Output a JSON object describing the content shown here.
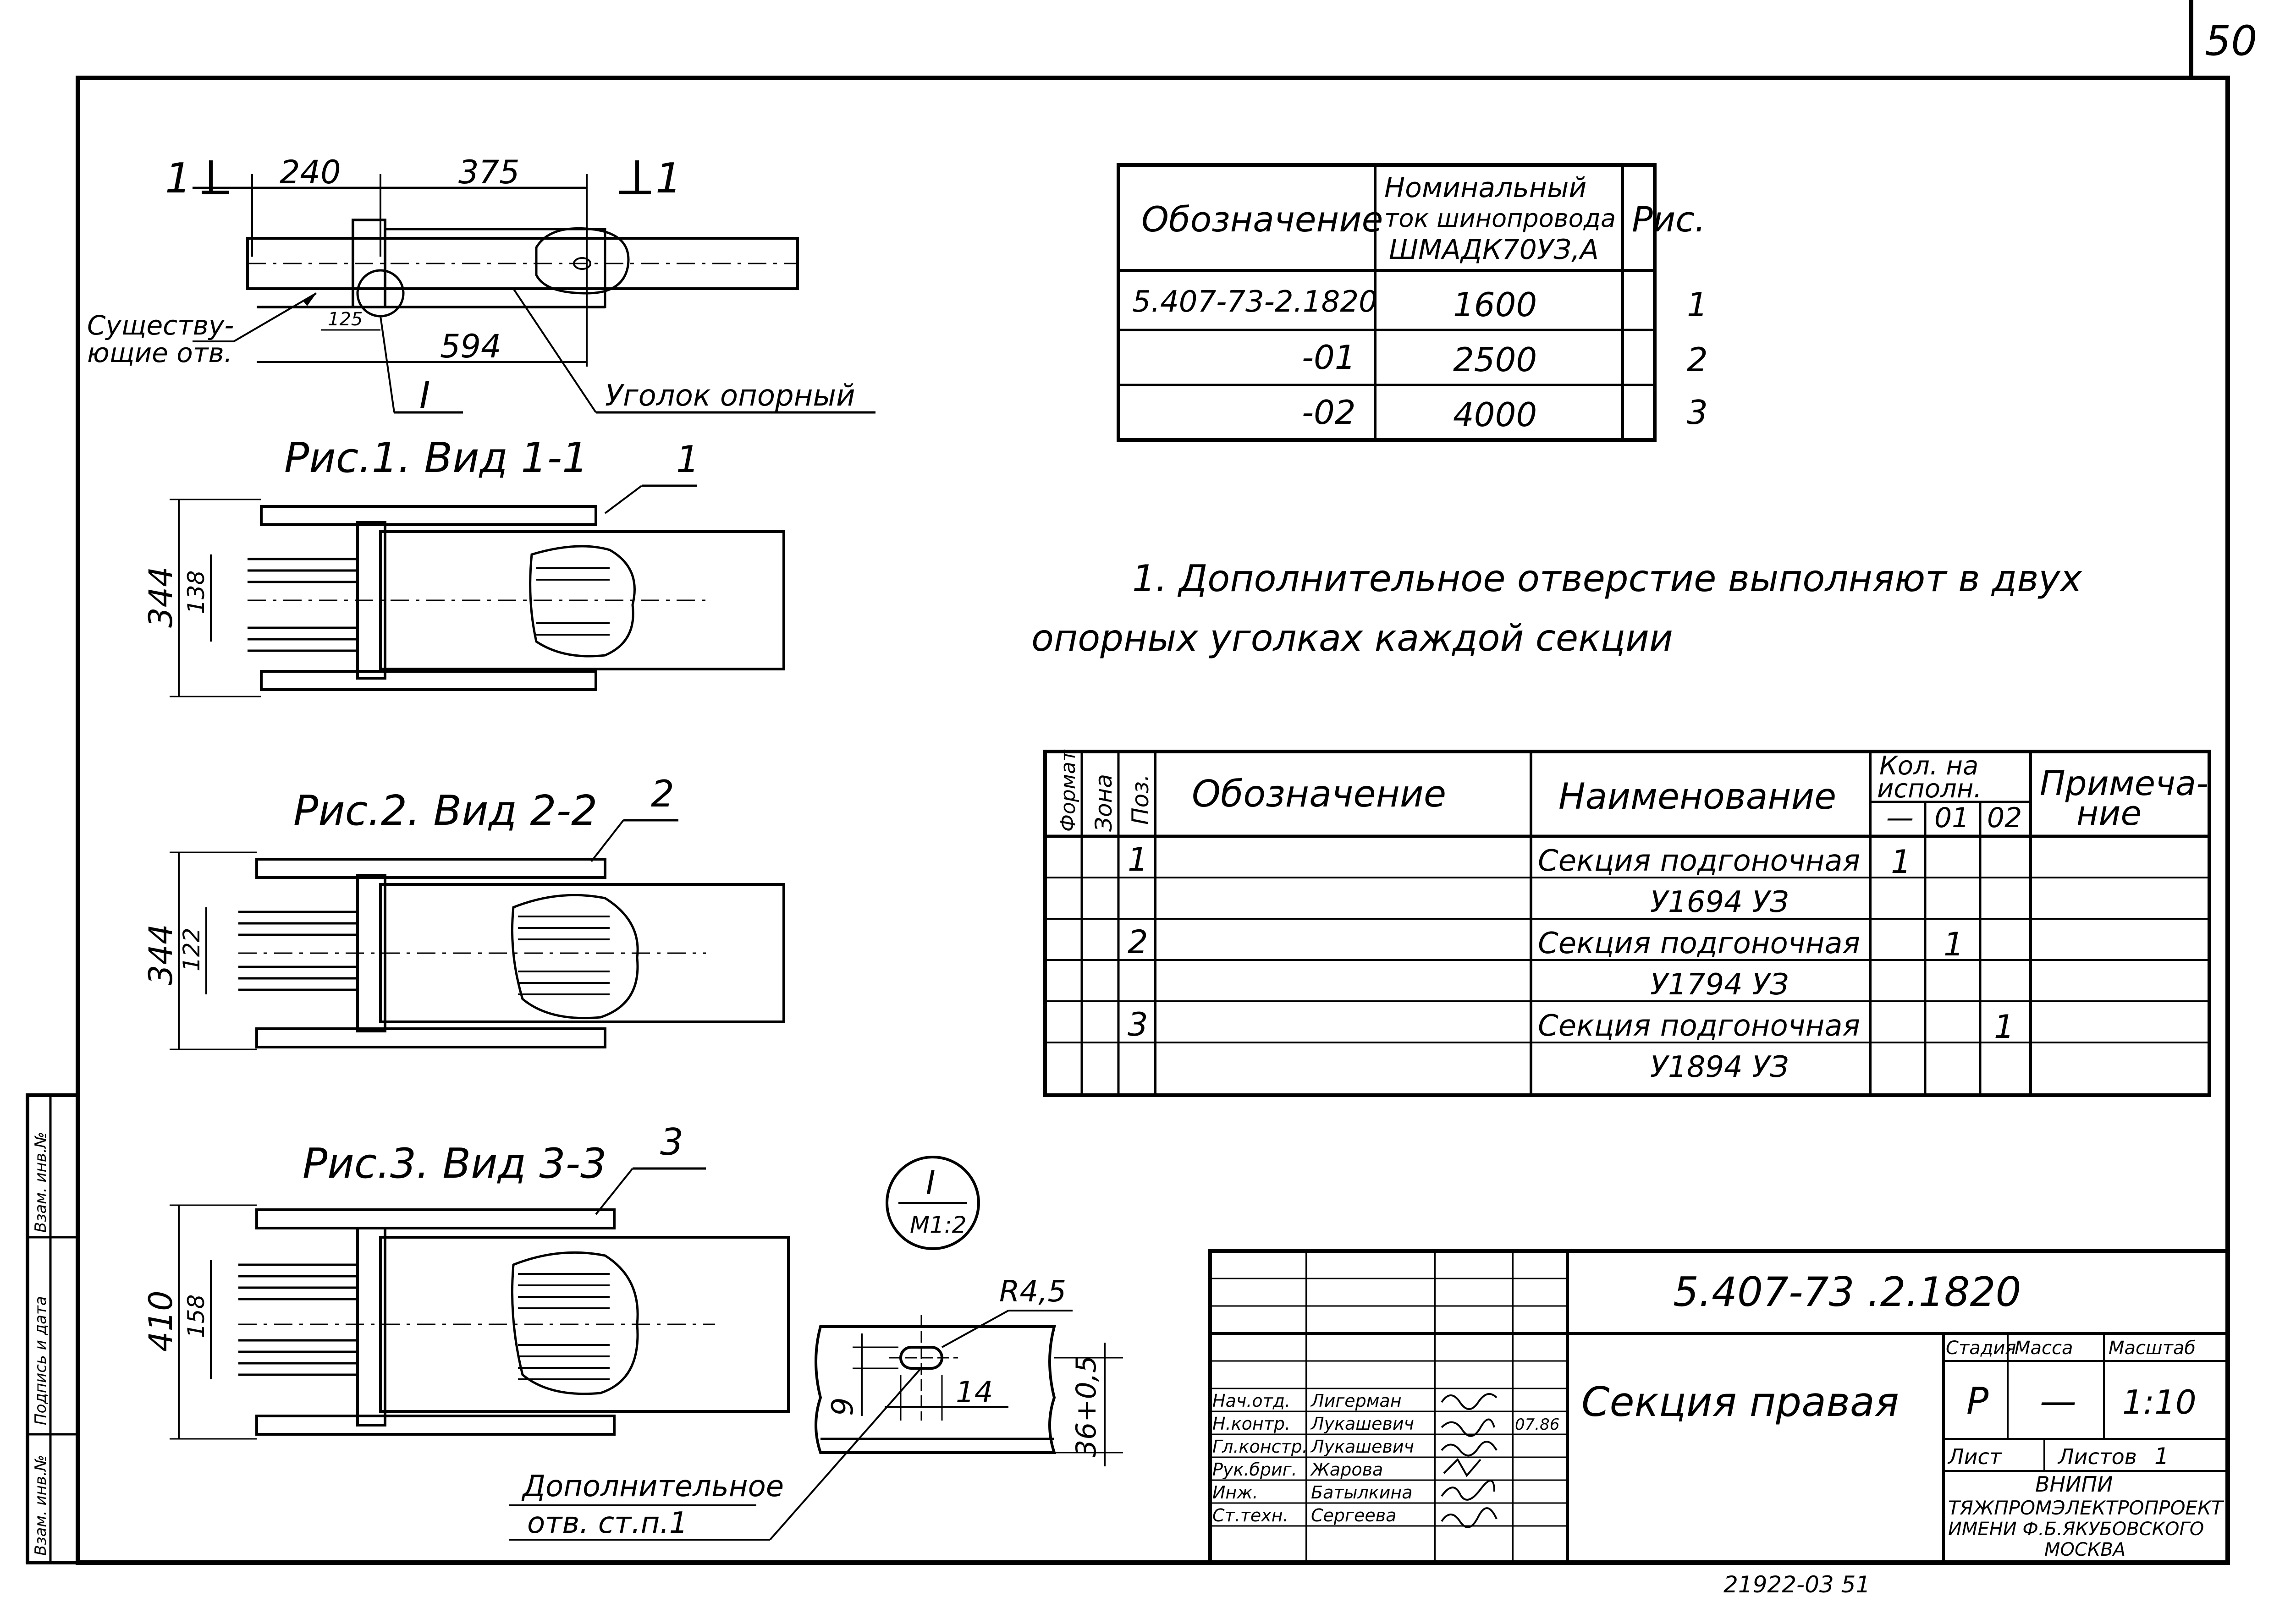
{
  "sheet_number": "50",
  "top_view": {
    "section_marks": [
      "1",
      "1"
    ],
    "dims": [
      "240",
      "375",
      "125",
      "594"
    ],
    "existing_holes_label": [
      "Существу-",
      "ющие отв."
    ],
    "detail_mark": "I",
    "angle_label": "Уголок опорный"
  },
  "fig1": {
    "caption": "Рис.1.  Вид 1-1",
    "pos": "1",
    "dim_height": "344",
    "dim_inner": "138"
  },
  "fig2": {
    "caption": "Рис.2.  Вид 2-2",
    "pos": "2",
    "dim_height": "344",
    "dim_inner": "122"
  },
  "fig3": {
    "caption": "Рис.3.  Вид 3-3",
    "pos": "3",
    "dim_height": "410",
    "dim_inner": "158"
  },
  "detail": {
    "mark": "I",
    "scale": "M1:2",
    "radius": "R4,5",
    "dim_w": "14",
    "dim_h": "9",
    "dim_pos": "36+0,5",
    "label": [
      "Дополнительное",
      "отв. ст.п.1"
    ]
  },
  "variant_table": {
    "headers": [
      "Обозначение",
      [
        "Номинальный",
        "ток шинопровода",
        "ШМАДК70УЗ,А"
      ],
      "Рис."
    ],
    "rows": [
      [
        "5.407-73-2.1820",
        "1600",
        "1"
      ],
      [
        "-01",
        "2500",
        "2"
      ],
      [
        "-02",
        "4000",
        "3"
      ]
    ]
  },
  "note": [
    "1. Дополнительное отверстие выполняют в двух",
    "опорных уголках каждой секции"
  ],
  "spec_table": {
    "headers": {
      "format": "Формат",
      "zone": "Зона",
      "pos": "Поз.",
      "designation": "Обозначение",
      "name": "Наименование",
      "qty": [
        "Кол. на",
        "исполн."
      ],
      "qty_cols": [
        "—",
        "01",
        "02"
      ],
      "note": [
        "Примеча-",
        "ние"
      ]
    },
    "rows": [
      {
        "pos": "1",
        "name": [
          "Секция подгоночная",
          "У1694 УЗ"
        ],
        "q0": "1",
        "q1": "",
        "q2": ""
      },
      {
        "pos": "2",
        "name": [
          "Секция подгоночная",
          "У1794 УЗ"
        ],
        "q0": "",
        "q1": "1",
        "q2": ""
      },
      {
        "pos": "3",
        "name": [
          "Секция подгоночная",
          "У1894 УЗ"
        ],
        "q0": "",
        "q1": "",
        "q2": "1"
      }
    ]
  },
  "title_block": {
    "code": "5.407-73 .2.1820",
    "title": "Секция правая",
    "stage_label": "Стадия",
    "mass_label": "Масса",
    "scale_label": "Масштаб",
    "stage": "Р",
    "mass": "—",
    "scale": "1:10",
    "sheet_label": "Лист",
    "sheets_label": "Листов",
    "sheets": "1",
    "org": [
      "ВНИПИ",
      "ТЯЖПРОМЭЛЕКТРОПРОЕКТ",
      "ИМЕНИ Ф.Б.ЯКУБОВСКОГО",
      "МОСКВА"
    ],
    "signers": [
      {
        "role": "Нач.отд.",
        "name": "Лигерман",
        "date": "07.86"
      },
      {
        "role": "Н.контр.",
        "name": "Лукашевич",
        "date": ""
      },
      {
        "role": "Гл.констр.",
        "name": "Лукашевич",
        "date": ""
      },
      {
        "role": "Рук.бриг.",
        "name": "Жарова",
        "date": ""
      },
      {
        "role": "Инж.",
        "name": "Батылкина",
        "date": ""
      },
      {
        "role": "Ст.техн.",
        "name": "Сергеева",
        "date": ""
      }
    ]
  },
  "side_stamp": [
    "Взам. инв.№",
    "Подпись и дата",
    "Взам. инв.№"
  ],
  "footer_code": "21922-03    51"
}
